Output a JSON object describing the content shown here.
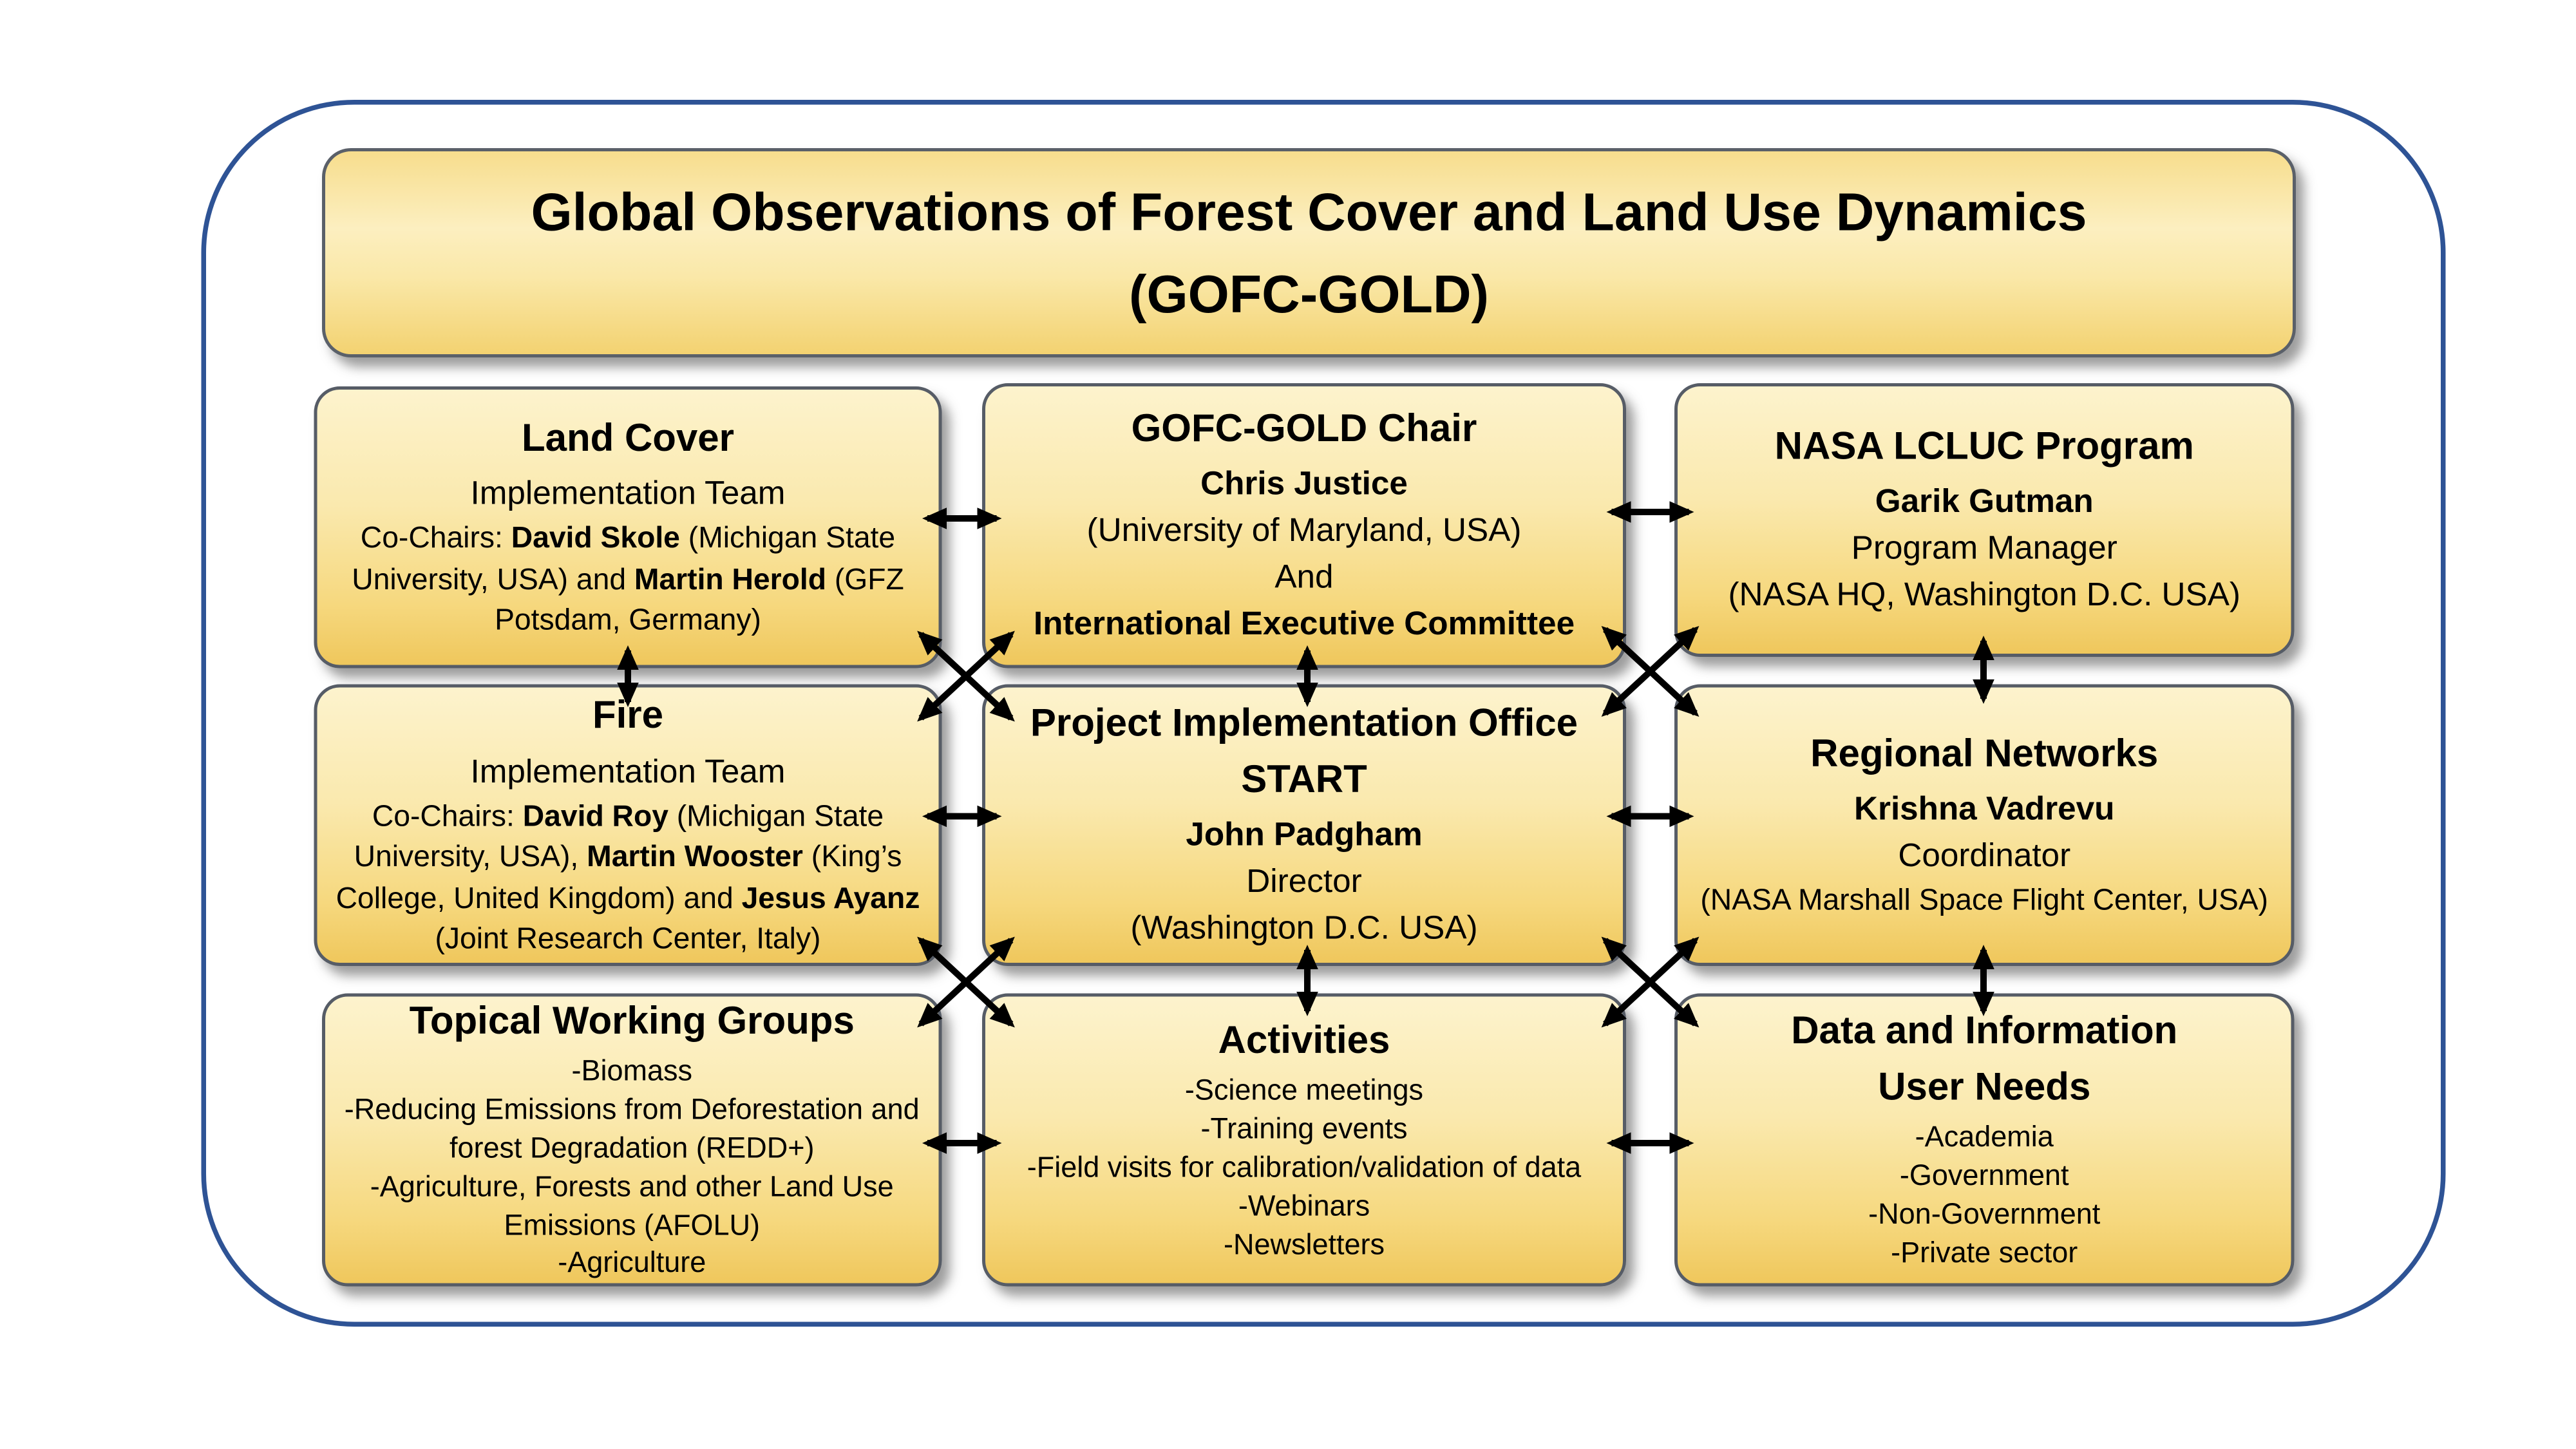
{
  "title": {
    "line1": "Global Observations of Forest Cover and Land Use Dynamics",
    "line2": "(GOFC-GOLD)"
  },
  "boxes": {
    "land_cover": {
      "lines": [
        {
          "role": "heading",
          "seg": [
            {
              "t": "Land Cover",
              "b": true
            }
          ]
        },
        {
          "role": "sub",
          "seg": [
            {
              "t": "Implementation Team"
            }
          ]
        },
        {
          "role": "detail",
          "seg": [
            {
              "t": "Co-Chairs: "
            },
            {
              "t": "David Skole",
              "b": true
            },
            {
              "t": " (Michigan State University, USA) and "
            },
            {
              "t": "Martin Herold",
              "b": true
            },
            {
              "t": " (GFZ Potsdam, Germany)"
            }
          ]
        }
      ]
    },
    "chair": {
      "lines": [
        {
          "role": "heading",
          "seg": [
            {
              "t": "GOFC-GOLD Chair",
              "b": true
            }
          ]
        },
        {
          "role": "sub",
          "seg": [
            {
              "t": "Chris Justice",
              "b": true
            }
          ]
        },
        {
          "role": "sub",
          "seg": [
            {
              "t": "(University of Maryland, USA)"
            }
          ]
        },
        {
          "role": "sub",
          "seg": [
            {
              "t": "And"
            }
          ]
        },
        {
          "role": "sub",
          "seg": [
            {
              "t": "International Executive Committee",
              "b": true
            }
          ]
        }
      ]
    },
    "nasa_lcluc": {
      "lines": [
        {
          "role": "heading",
          "seg": [
            {
              "t": "NASA LCLUC Program",
              "b": true
            }
          ]
        },
        {
          "role": "sub",
          "seg": [
            {
              "t": "Garik Gutman",
              "b": true
            }
          ]
        },
        {
          "role": "sub",
          "seg": [
            {
              "t": "Program Manager"
            }
          ]
        },
        {
          "role": "sub",
          "seg": [
            {
              "t": "(NASA HQ, Washington D.C. USA)"
            }
          ]
        }
      ]
    },
    "fire": {
      "lines": [
        {
          "role": "heading",
          "seg": [
            {
              "t": "Fire",
              "b": true
            }
          ]
        },
        {
          "role": "sub",
          "seg": [
            {
              "t": "Implementation Team"
            }
          ]
        },
        {
          "role": "detail",
          "seg": [
            {
              "t": "Co-Chairs: "
            },
            {
              "t": "David Roy",
              "b": true
            },
            {
              "t": " (Michigan State University, USA), "
            },
            {
              "t": "Martin Wooster",
              "b": true
            },
            {
              "t": " (King’s College, United Kingdom) and "
            },
            {
              "t": "Jesus Ayanz",
              "b": true
            },
            {
              "t": " (Joint Research Center, Italy)"
            }
          ]
        }
      ]
    },
    "pio": {
      "lines": [
        {
          "role": "heading",
          "seg": [
            {
              "t": "Project Implementation Office",
              "b": true
            }
          ]
        },
        {
          "role": "heading",
          "seg": [
            {
              "t": "START",
              "b": true
            }
          ]
        },
        {
          "role": "sub",
          "seg": [
            {
              "t": "John Padgham",
              "b": true
            }
          ]
        },
        {
          "role": "sub",
          "seg": [
            {
              "t": "Director"
            }
          ]
        },
        {
          "role": "sub",
          "seg": [
            {
              "t": "(Washington D.C. USA)"
            }
          ]
        }
      ]
    },
    "regional": {
      "lines": [
        {
          "role": "heading",
          "seg": [
            {
              "t": "Regional Networks",
              "b": true
            }
          ]
        },
        {
          "role": "sub",
          "seg": [
            {
              "t": "Krishna Vadrevu",
              "b": true
            }
          ]
        },
        {
          "role": "sub",
          "seg": [
            {
              "t": "Coordinator"
            }
          ]
        },
        {
          "role": "detail",
          "seg": [
            {
              "t": "(NASA Marshall Space Flight Center, USA)"
            }
          ]
        }
      ]
    },
    "topical": {
      "lines": [
        {
          "role": "heading",
          "seg": [
            {
              "t": "Topical Working Groups",
              "b": true
            }
          ]
        },
        {
          "role": "item",
          "seg": [
            {
              "t": "-Biomass"
            }
          ]
        },
        {
          "role": "item",
          "seg": [
            {
              "t": "-Reducing Emissions from Deforestation and forest Degradation (REDD+)"
            }
          ]
        },
        {
          "role": "item",
          "seg": [
            {
              "t": "-Agriculture, Forests and other Land Use Emissions (AFOLU)"
            }
          ]
        },
        {
          "role": "item",
          "seg": [
            {
              "t": "-Agriculture"
            }
          ]
        }
      ]
    },
    "activities": {
      "lines": [
        {
          "role": "heading",
          "seg": [
            {
              "t": "Activities",
              "b": true
            }
          ]
        },
        {
          "role": "item",
          "seg": [
            {
              "t": "-Science meetings"
            }
          ]
        },
        {
          "role": "item",
          "seg": [
            {
              "t": "-Training events"
            }
          ]
        },
        {
          "role": "item",
          "seg": [
            {
              "t": "-Field visits for calibration/validation of data"
            }
          ]
        },
        {
          "role": "item",
          "seg": [
            {
              "t": "-Webinars"
            }
          ]
        },
        {
          "role": "item",
          "seg": [
            {
              "t": "-Newsletters"
            }
          ]
        }
      ]
    },
    "data_info": {
      "lines": [
        {
          "role": "heading",
          "seg": [
            {
              "t": "Data and Information",
              "b": true
            }
          ]
        },
        {
          "role": "heading",
          "seg": [
            {
              "t": "User Needs",
              "b": true
            }
          ]
        },
        {
          "role": "item",
          "seg": [
            {
              "t": "-Academia"
            }
          ]
        },
        {
          "role": "item",
          "seg": [
            {
              "t": "-Government"
            }
          ]
        },
        {
          "role": "item",
          "seg": [
            {
              "t": "-Non-Government"
            }
          ]
        },
        {
          "role": "item",
          "seg": [
            {
              "t": "-Private sector"
            }
          ]
        }
      ]
    }
  },
  "connections": [
    "Land Cover <-> GOFC-GOLD Chair",
    "GOFC-GOLD Chair <-> NASA LCLUC Program",
    "Fire <-> Project Implementation Office",
    "Project Implementation Office <-> Regional Networks",
    "Topical Working Groups <-> Activities",
    "Activities <-> Data and Information User Needs",
    "Land Cover <-> Fire",
    "GOFC-GOLD Chair <-> Project Implementation Office",
    "NASA LCLUC Program <-> Regional Networks",
    "Project Implementation Office <-> Activities",
    "Regional Networks <-> Data and Information User Needs",
    "Land Cover <-> Project Implementation Office",
    "GOFC-GOLD Chair <-> Fire",
    "GOFC-GOLD Chair <-> Regional Networks",
    "NASA LCLUC Program <-> Project Implementation Office",
    "Fire <-> Activities",
    "Project Implementation Office <-> Topical Working Groups",
    "Project Implementation Office <-> Data and Information User Needs",
    "Regional Networks <-> Activities"
  ]
}
